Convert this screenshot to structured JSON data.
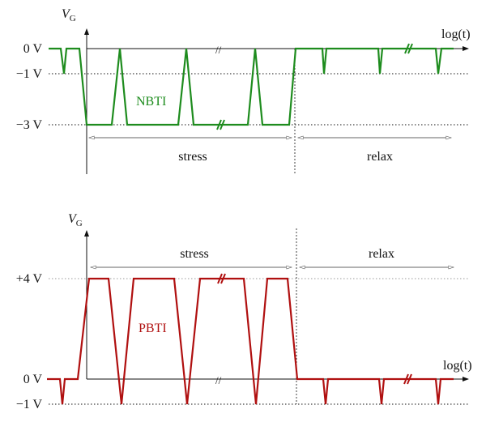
{
  "top": {
    "y_axis_label": "V",
    "y_axis_sub": "G",
    "x_axis_label": "log(t)",
    "levels": [
      "0 V",
      "−1 V",
      "−3 V"
    ],
    "signal_label": "NBTI",
    "phase_stress": "stress",
    "phase_relax": "relax",
    "color": "#1e8c1e"
  },
  "bottom": {
    "y_axis_label": "V",
    "y_axis_sub": "G",
    "x_axis_label": "log(t)",
    "levels": [
      "+4 V",
      "0 V",
      "−1 V"
    ],
    "signal_label": "PBTI",
    "phase_stress": "stress",
    "phase_relax": "relax",
    "color": "#b01010"
  }
}
